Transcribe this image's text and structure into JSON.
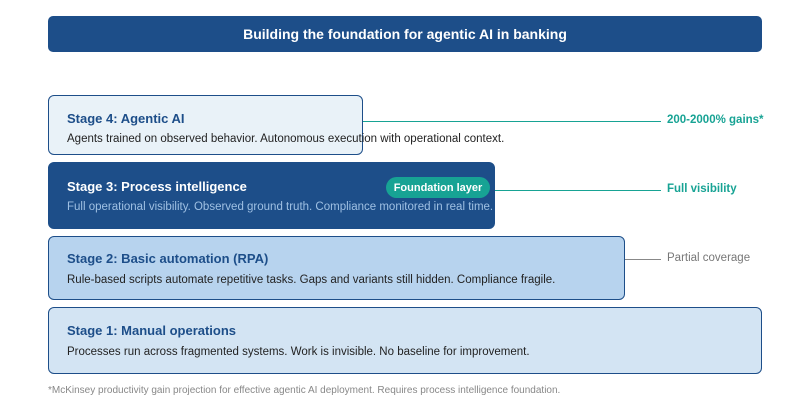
{
  "header": {
    "title": "Building the foundation for agentic AI in banking"
  },
  "stages": [
    {
      "title": "Stage 4: Agentic AI",
      "description": "Agents trained on observed behavior. Autonomous execution with operational context.",
      "outcome": "200-2000% gains*"
    },
    {
      "title": "Stage 3: Process intelligence",
      "description": "Full operational visibility. Observed ground truth. Compliance monitored in real time.",
      "outcome": "Full visibility",
      "badge": "Foundation layer"
    },
    {
      "title": "Stage 2: Basic automation (RPA)",
      "description": "Rule-based scripts automate repetitive tasks. Gaps and variants still hidden. Compliance fragile.",
      "outcome": "Partial coverage"
    },
    {
      "title": "Stage 1: Manual operations",
      "description": "Processes run across fragmented systems. Work is invisible. No baseline for improvement."
    }
  ],
  "footnote": "*McKinsey productivity gain projection for effective agentic AI deployment. Requires process intelligence foundation.",
  "colors": {
    "navy": "#1d4e89",
    "teal": "#17a394",
    "light_blue": "#b7d3ee",
    "pale_blue": "#d3e4f3",
    "gray": "#777777"
  }
}
